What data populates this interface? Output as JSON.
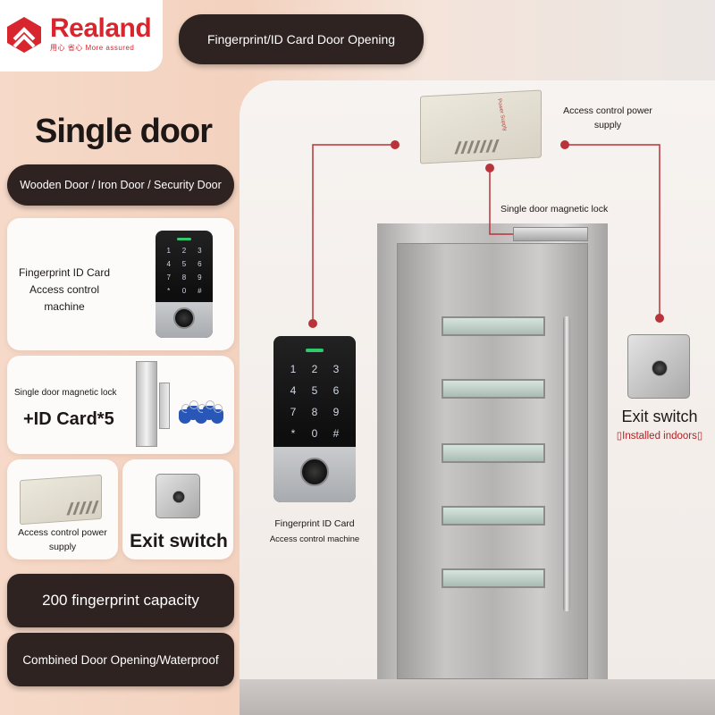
{
  "brand": {
    "name": "Realand",
    "slogan": "用心 省心 More assured",
    "color": "#d8262e"
  },
  "title_pill": "Fingerprint/ID Card Door Opening",
  "heading": "Single door",
  "door_types": "Wooden Door / Iron Door / Security Door",
  "cards": {
    "fingerprint": "Fingerprint ID Card Access control machine",
    "lock": "Single door magnetic lock",
    "lock_extra": "+ID Card*5",
    "psu": "Access control power supply",
    "exit": "Exit switch"
  },
  "features": {
    "capacity": "200 fingerprint capacity",
    "waterproof": "Combined Door Opening/Waterproof"
  },
  "keypad_keys": [
    "1",
    "2",
    "3",
    "4",
    "5",
    "6",
    "7",
    "8",
    "9",
    "*",
    "0",
    "#"
  ],
  "diagram": {
    "psu_label": "Access control power supply",
    "lock_label": "Single door magnetic lock",
    "exit_label": "Exit switch",
    "exit_sub": "▯Installed indoors▯",
    "fp_label": "Fingerprint ID Card",
    "fp_sub": "Access control machine",
    "psu_box_text": "Power Supply",
    "wire_color": "#b8333a"
  }
}
